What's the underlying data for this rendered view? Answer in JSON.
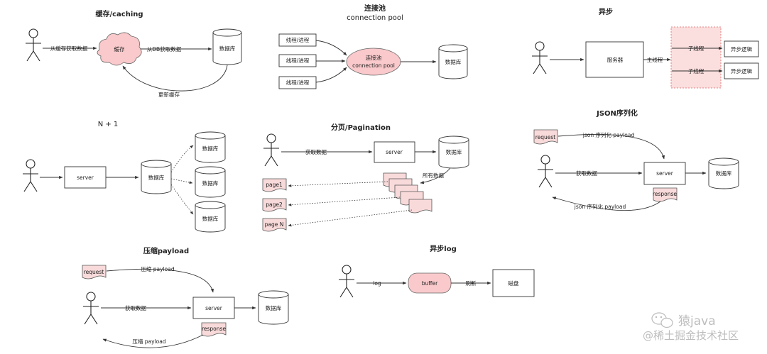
{
  "caching": {
    "title": "缓存/caching",
    "edge_get": "从缓存获取数据",
    "cache": "缓存",
    "edge_db": "从DB获取数据",
    "db": "数据库",
    "edge_update": "更新缓存"
  },
  "pool": {
    "title_cn": "连接池",
    "title_en": "connection pool",
    "threads": [
      "线程/进程",
      "线程/进程",
      "线程/进程"
    ],
    "pool_cn": "连接池",
    "pool_en": "connection pool",
    "db": "数据库"
  },
  "async": {
    "title": "异步",
    "server": "服务器",
    "main_thread": "主线程",
    "children": [
      "子线程",
      "子线程"
    ],
    "logic": [
      "异步逻辑",
      "异步逻辑"
    ]
  },
  "n1": {
    "title": "N + 1",
    "server": "server",
    "db": "数据库",
    "dbs": [
      "数据库",
      "数据库",
      "数据库"
    ]
  },
  "pagination": {
    "title": "分页/Pagination",
    "edge_get": "获取数据",
    "server": "server",
    "db": "数据库",
    "all_data": "所有数据",
    "pages": [
      "page1",
      "page2",
      "page N"
    ]
  },
  "json": {
    "title": "JSON序列化",
    "request": "request",
    "edge_top": "json 序列化 payload",
    "edge_get": "获取数据",
    "server": "server",
    "db": "数据库",
    "response": "response",
    "edge_bottom": "json 序列化 payload"
  },
  "compress": {
    "title": "压缩payload",
    "request": "request",
    "edge_top": "压缩 payload",
    "edge_get": "获取数据",
    "server": "server",
    "db": "数据库",
    "response": "response",
    "edge_bottom": "压缩 payload"
  },
  "asynclog": {
    "title": "异步log",
    "edge_log": "log",
    "buffer": "buffer",
    "edge_flush": "刷新",
    "disk": "磁盘"
  },
  "watermark": {
    "line1": "猿java",
    "line2": "@稀土掘金技术社区"
  }
}
